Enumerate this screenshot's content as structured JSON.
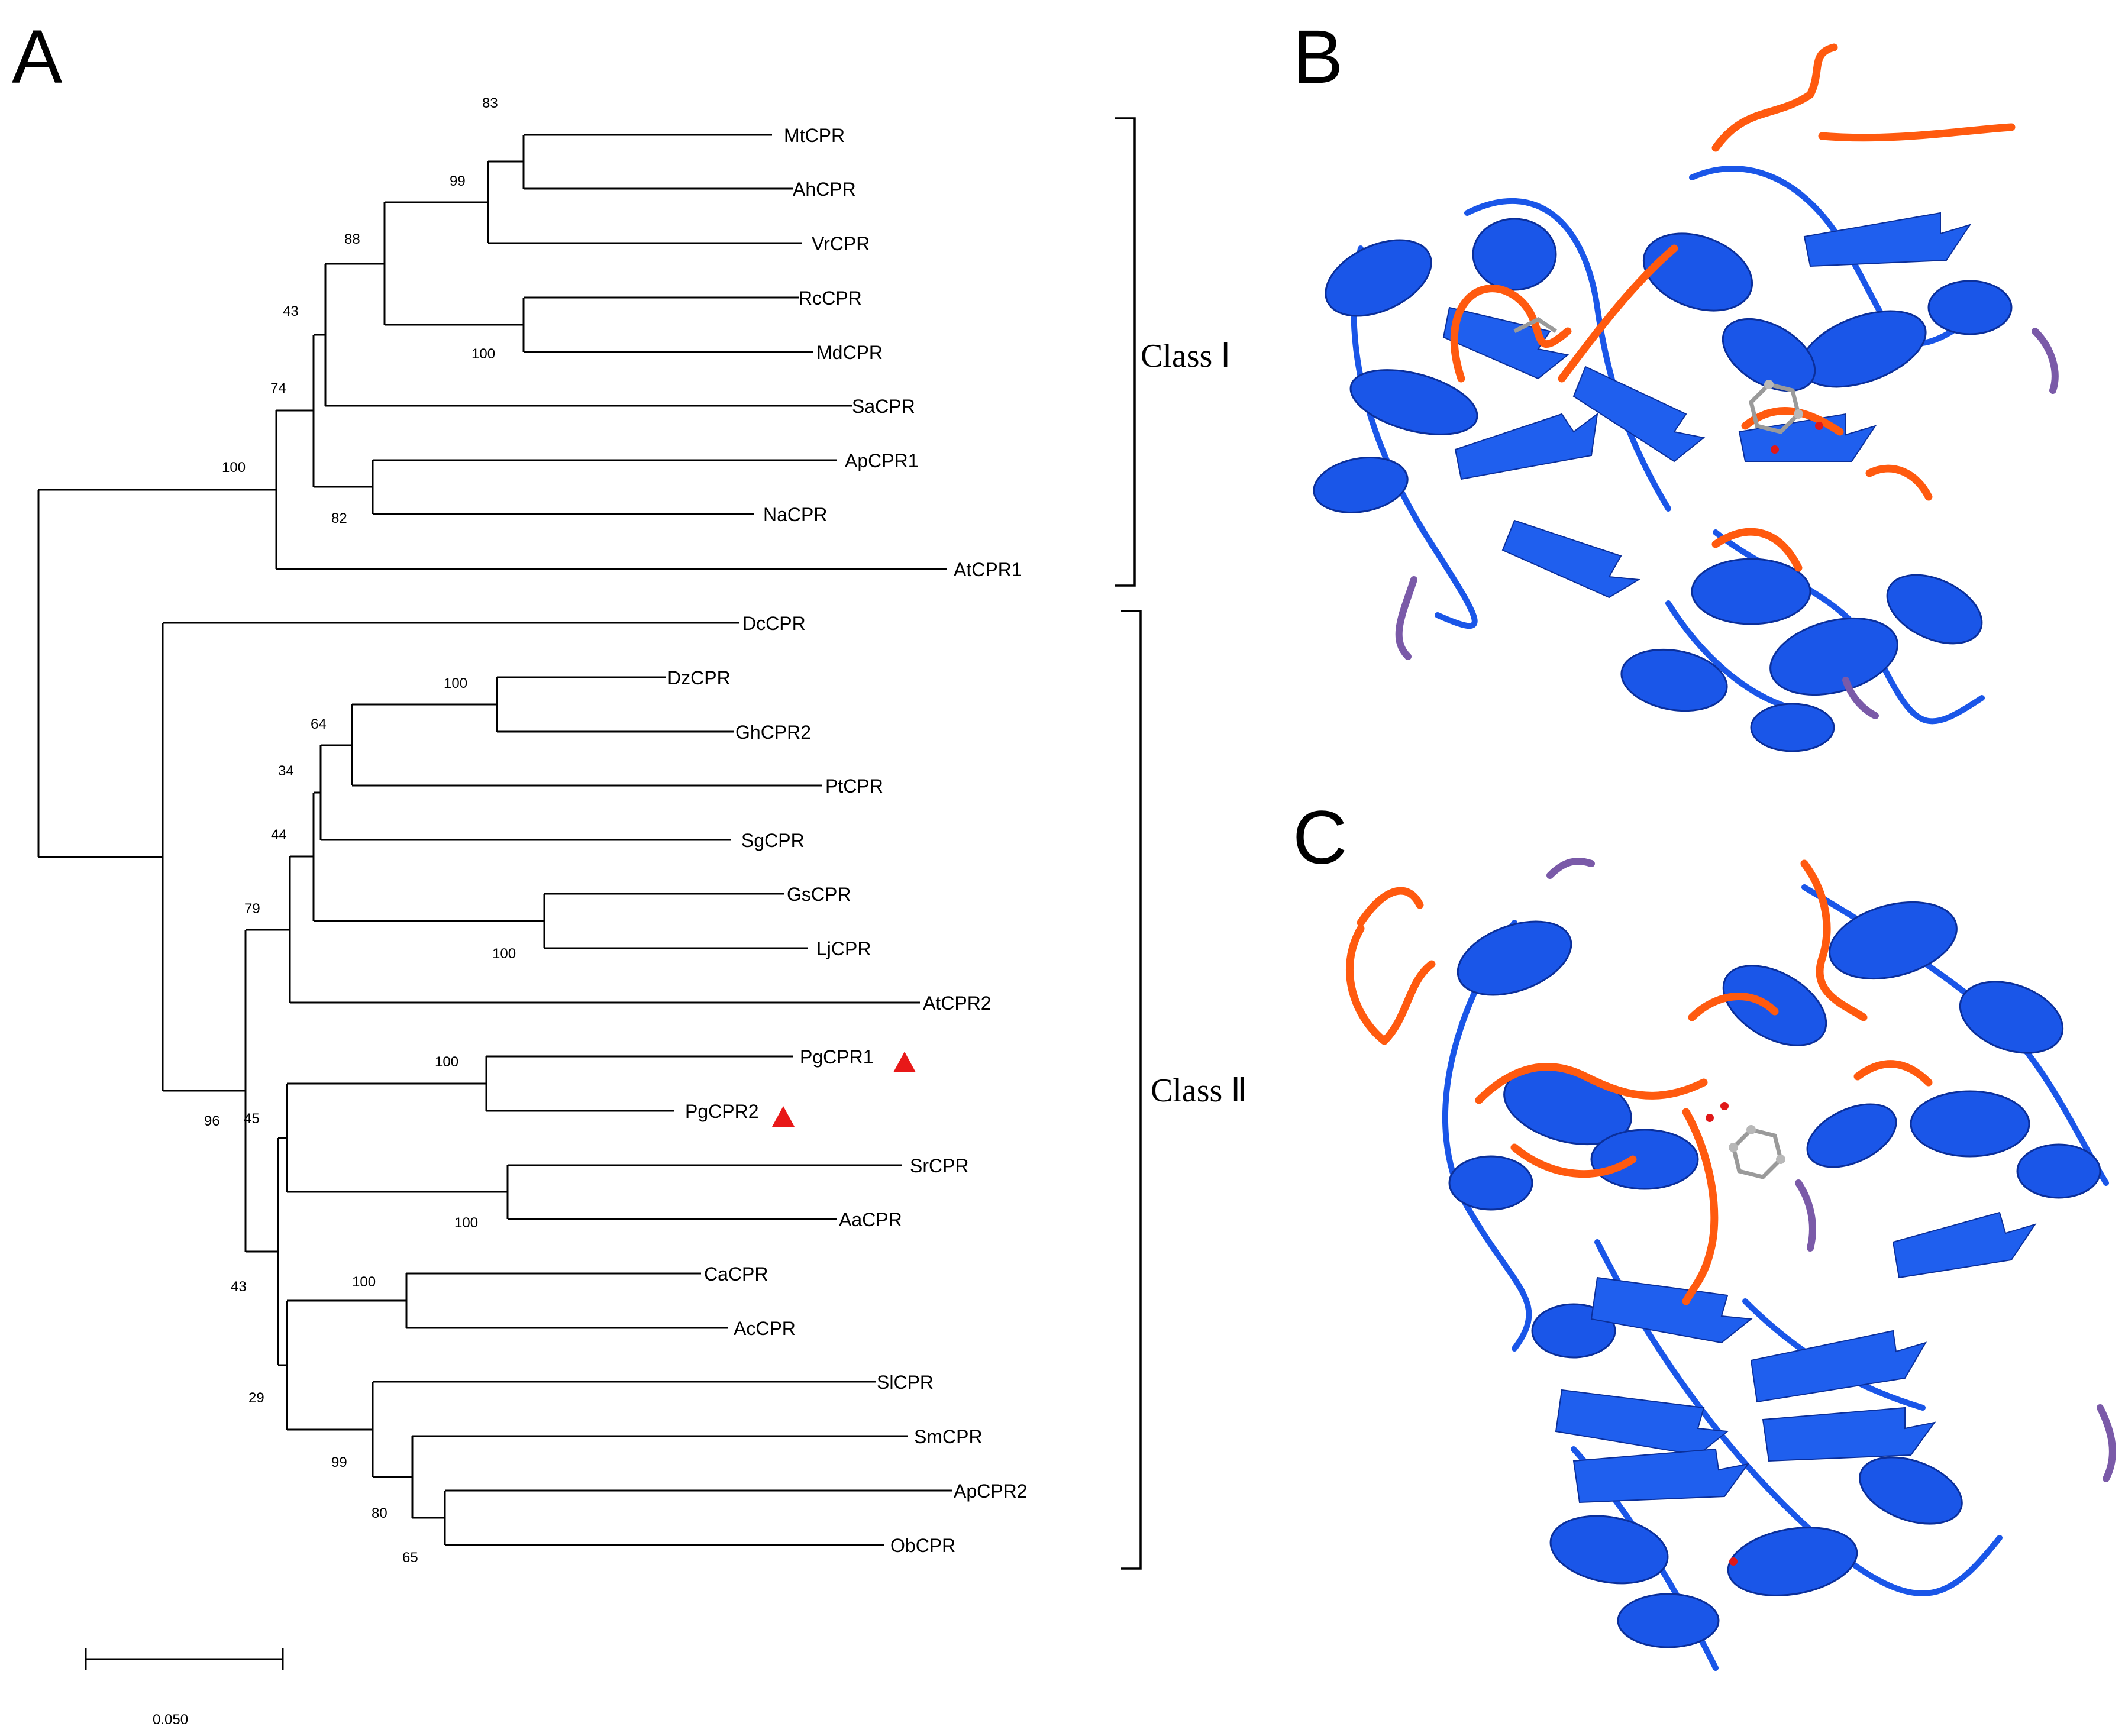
{
  "panels": {
    "a": "A",
    "b": "B",
    "c": "C"
  },
  "classes": {
    "class1": "Class Ⅰ",
    "class2": "Class Ⅱ"
  },
  "scale_bar": {
    "label": "0.050"
  },
  "tree": {
    "leaves": [
      {
        "label": "MtCPR"
      },
      {
        "label": "AhCPR"
      },
      {
        "label": "VrCPR"
      },
      {
        "label": "RcCPR"
      },
      {
        "label": "MdCPR"
      },
      {
        "label": "SaCPR"
      },
      {
        "label": "ApCPR1"
      },
      {
        "label": "NaCPR"
      },
      {
        "label": "AtCPR1"
      },
      {
        "label": "DcCPR"
      },
      {
        "label": "DzCPR"
      },
      {
        "label": "GhCPR2"
      },
      {
        "label": "PtCPR"
      },
      {
        "label": "SgCPR"
      },
      {
        "label": "GsCPR"
      },
      {
        "label": "LjCPR"
      },
      {
        "label": "AtCPR2"
      },
      {
        "label": "PgCPR1",
        "marked": true
      },
      {
        "label": "PgCPR2",
        "marked": true
      },
      {
        "label": "SrCPR"
      },
      {
        "label": "AaCPR"
      },
      {
        "label": "CaCPR"
      },
      {
        "label": "AcCPR"
      },
      {
        "label": "SlCPR"
      },
      {
        "label": "SmCPR"
      },
      {
        "label": "ApCPR2"
      },
      {
        "label": "ObCPR"
      }
    ],
    "bootstrap": [
      "83",
      "99",
      "88",
      "43",
      "100",
      "74",
      "100",
      "82",
      "100",
      "64",
      "34",
      "44",
      "79",
      "100",
      "100",
      "45",
      "96",
      "100",
      "43",
      "100",
      "29",
      "99",
      "80",
      "65"
    ]
  },
  "colors": {
    "marker": "#e81818",
    "ribbon": "#1a56e8",
    "loop": "#ff5a0f"
  }
}
